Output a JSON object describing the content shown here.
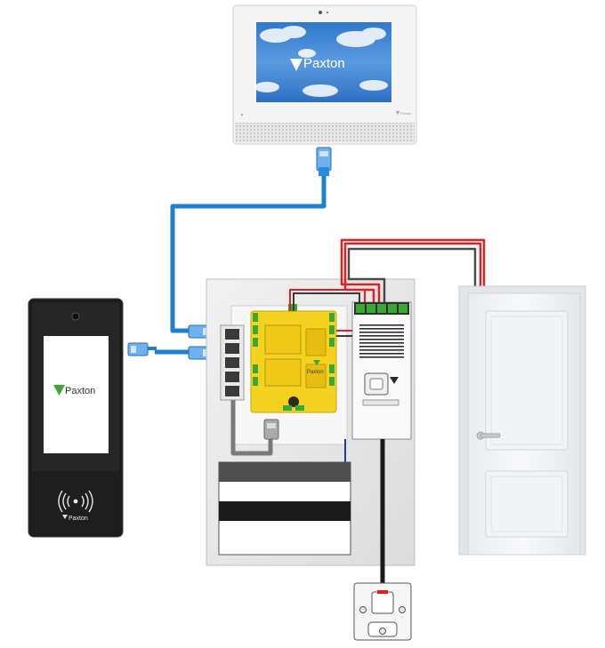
{
  "monitor": {
    "brand": "Paxton",
    "badge": "Paxton"
  },
  "door_station": {
    "brand": "Paxton",
    "reader_brand": "Paxton"
  },
  "controller": {
    "brand": "Paxton"
  },
  "colors": {
    "network_cable": "#1f7fd1",
    "power_wire": "#e02020",
    "signal_wire": "#4a4a4a",
    "controller_board": "#f4d21f",
    "paxton_green": "#3aa835",
    "station_face": "#1c1c1c",
    "sky": "#3b7fd0"
  },
  "icons": {
    "brand_logo": "paxton-triangle-icon",
    "rfid": "rfid-wave-icon",
    "rj45": "rj45-plug-icon"
  }
}
